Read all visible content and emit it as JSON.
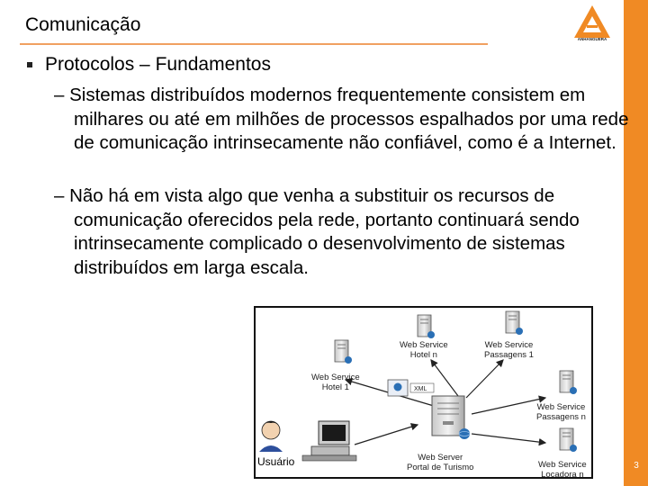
{
  "slide": {
    "title": "Comunicação",
    "logo_text": "ANHANGUERA",
    "page_number": "3",
    "heading": "Protocolos – Fundamentos",
    "points": [
      "– Sistemas distribuídos modernos frequentemente consistem em milhares ou até em milhões de processos espalhados por uma rede de comunicação intrinsecamente não confiável, como é a Internet.",
      "– Não há em vista algo que venha a substituir os recursos de comunicação oferecidos pela rede, portanto continuará sendo intrinsecamente complicado o desenvolvimento de sistemas distribuídos em larga escala."
    ]
  },
  "diagram": {
    "nodes": {
      "hotel_n": "Web Service\nHotel n",
      "passagens_1": "Web Service\nPassagens 1",
      "hotel_1": "Web Service\nHotel 1",
      "passagens_n": "Web Service\nPassagens n",
      "locadora_n": "Web Service\nLocadora n",
      "portal": "Web Server\nPortal de Turismo",
      "usuario": "Usuário",
      "xml": "XML"
    }
  },
  "colors": {
    "accent": "#f08a24",
    "rule": "#f0a060"
  }
}
